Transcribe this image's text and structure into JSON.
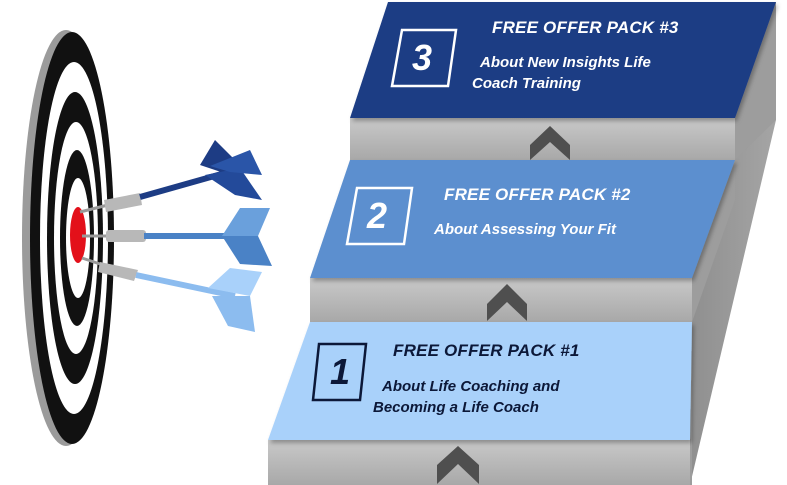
{
  "colors": {
    "step1_fill": "#a9d1fa",
    "step2_fill": "#5b8fcf",
    "step3_fill": "#1d3c84",
    "riser_gray": "#b9b9b9",
    "side_gray": "#9a9a9a",
    "chevron": "#4f4f4f",
    "bullseye_red": "#e3101a",
    "board_black": "#111111"
  },
  "steps": [
    {
      "number": "1",
      "title": "FREE OFFER PACK  #1",
      "description_line1": "About Life Coaching and",
      "description_line2": "Becoming a Life Coach"
    },
    {
      "number": "2",
      "title": "FREE OFFER PACK  #2",
      "description_line1": "About Assessing Your Fit",
      "description_line2": ""
    },
    {
      "number": "3",
      "title": "FREE OFFER PACK  #3",
      "description_line1": "About New Insights Life",
      "description_line2": "Coach Training"
    }
  ],
  "icons": [
    "target-icon",
    "dart-icon",
    "chevron-up-icon"
  ]
}
